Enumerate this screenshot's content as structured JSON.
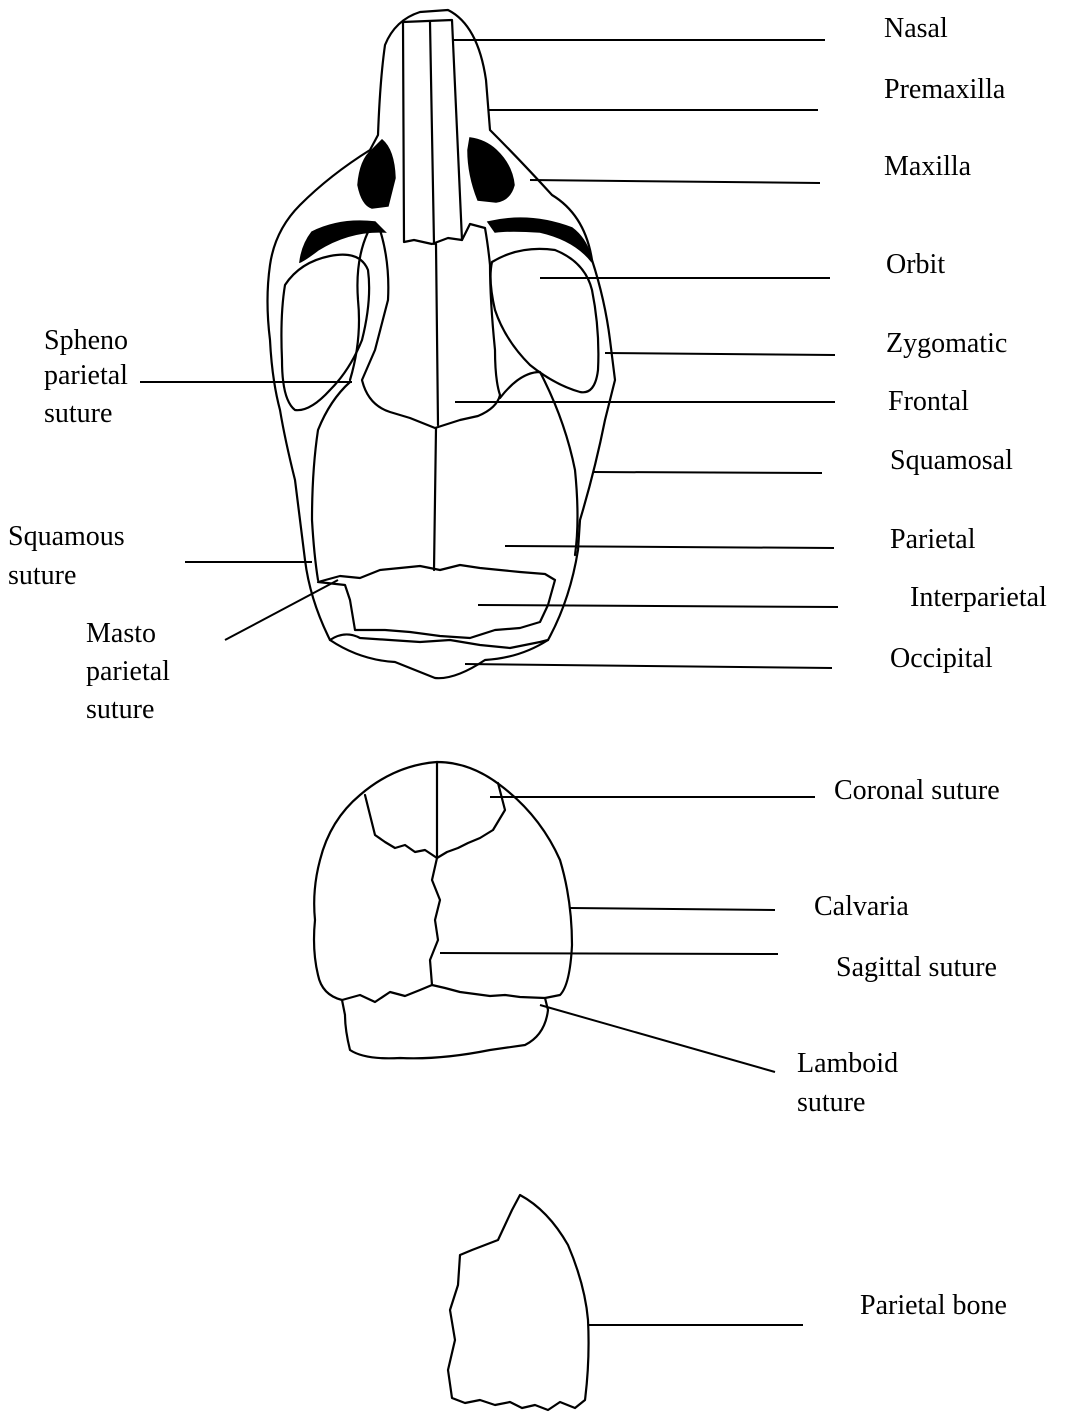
{
  "labels": {
    "nasal": "Nasal",
    "premaxilla": "Premaxilla",
    "maxilla": "Maxilla",
    "orbit": "Orbit",
    "zygomatic": "Zygomatic",
    "frontal": "Frontal",
    "squamosal": "Squamosal",
    "parietal": "Parietal",
    "interparietal": "Interparietal",
    "occipital": "Occipital",
    "spheno_1": "Spheno",
    "spheno_2": "parietal",
    "spheno_3": "suture",
    "squamous_1": "Squamous",
    "squamous_2": "suture",
    "masto_1": "Masto",
    "masto_2": "parietal",
    "masto_3": "suture",
    "coronal": "Coronal suture",
    "calvaria": "Calvaria",
    "sagittal": "Sagittal suture",
    "lamboid_1": "Lamboid",
    "lamboid_2": "suture",
    "parietal_bone": "Parietal bone"
  }
}
